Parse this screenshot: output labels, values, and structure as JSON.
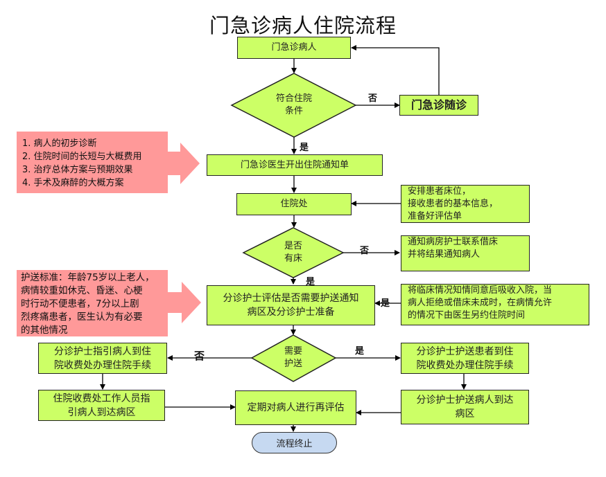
{
  "title": "门急诊病人住院流程",
  "nodes": {
    "start": "门急诊病人",
    "decision_admit": [
      "符合住院",
      "条件"
    ],
    "followup": "门急诊随诊",
    "doctor_notice": "门急诊医生开出住院通知单",
    "admission_office": "住院处",
    "office_tasks": [
      "安排患者床位，",
      "接收患者的基本信息，",
      "准备好评估单"
    ],
    "decision_bed": [
      "是否",
      "有床"
    ],
    "borrow_bed": [
      "通知病房护士联系借床",
      "并将结果通知病人"
    ],
    "triage_assess": [
      "分诊护士评估是否需要护送通知",
      "病区及分诊护士准备"
    ],
    "bed_result": [
      "将临床情况知情同意后吸收入院，当",
      "病人拒绝或借床未成时，在病情允许",
      "的情况下由医生另约住院时间"
    ],
    "decision_escort": [
      "需要",
      "护送"
    ],
    "guide_patient": [
      "分诊护士指引病人到住",
      "院收费处办理住院手续"
    ],
    "escort_patient": [
      "分诊护士护送患者到住",
      "院收费处办理住院手续"
    ],
    "billing_guide": [
      "住院收费处工作人员指",
      "引病人到达病区"
    ],
    "reassess": "定期对病人进行再评估",
    "escort_ward": [
      "分诊护士护送病人到达",
      "病区"
    ],
    "end": "流程终止"
  },
  "notes": {
    "doctor_explain": [
      "1. 病人的初步诊断",
      "2. 住院时间的长短与大概费用",
      "3. 治疗总体方案与预期效果",
      "4. 手术及麻醉的大概方案"
    ],
    "escort_criteria": [
      "护送标准：年龄75岁以上老人，",
      "病情较重如休克、昏迷、心梗",
      "时行动不便患者，7分以上剧",
      "烈疼痛患者，医生认为有必要",
      "的其他情况"
    ]
  },
  "edge_labels": {
    "admit_no": "否",
    "admit_yes": "是",
    "bed_no": "否",
    "bed_yes": "是",
    "bed_result_yes": "是",
    "escort_no": "否",
    "escort_yes": "是"
  },
  "colors": {
    "process_fill": "#ccff66",
    "note_fill": "#ff9999",
    "terminal_fill": "#c6d9f1",
    "line": "#000000"
  }
}
